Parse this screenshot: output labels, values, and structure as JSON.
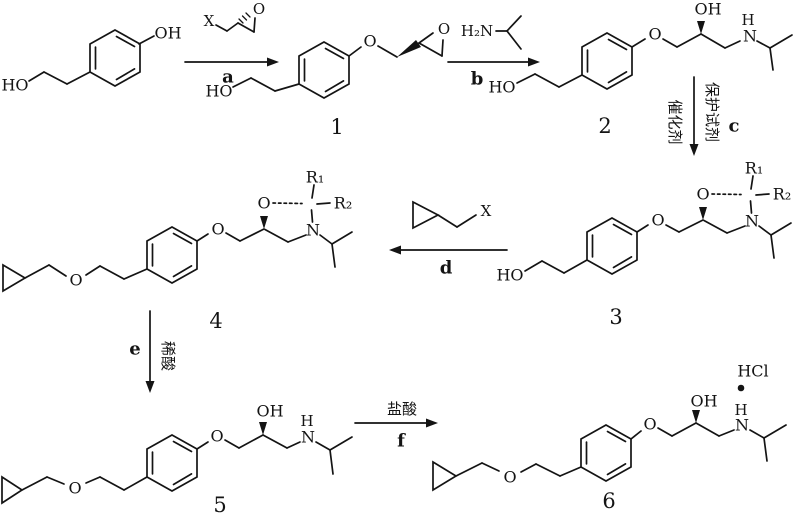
{
  "atoms": {
    "O": "O",
    "OH": "OH",
    "HO": "HO",
    "N": "N",
    "H": "H",
    "H2N": "H₂N",
    "X": "X",
    "R1": "R₁",
    "R2": "R₂",
    "HCl": "HCl"
  },
  "compound_numbers": {
    "c1": "1",
    "c2": "2",
    "c3": "3",
    "c4": "4",
    "c5": "5",
    "c6": "6"
  },
  "step_labels": {
    "a": "a",
    "b": "b",
    "c": "c",
    "d": "d",
    "e": "e",
    "f": "f"
  },
  "reagent_labels": {
    "protecting_reagent": "保护试剂",
    "catalyst": "催化剂",
    "dilute_acid": "稀酸",
    "hydrochloric_acid": "盐酸"
  }
}
